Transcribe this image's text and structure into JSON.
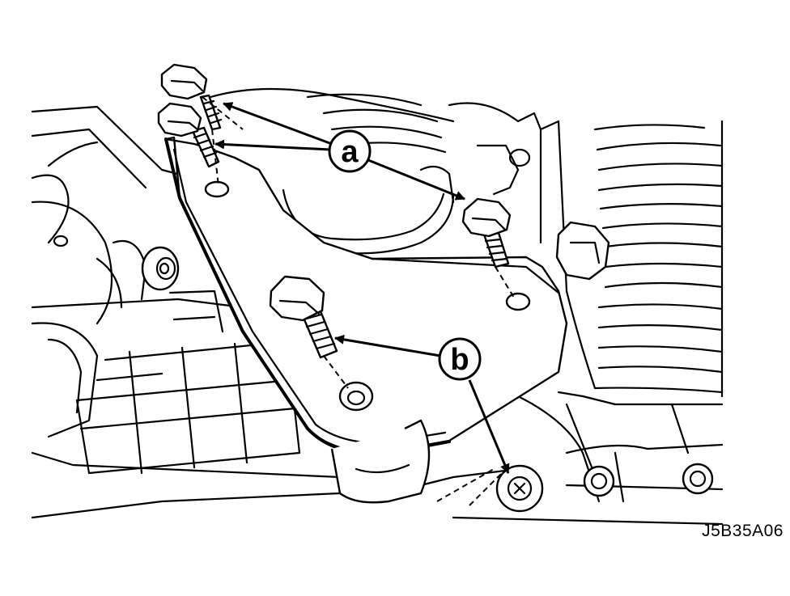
{
  "callouts": {
    "a": "a",
    "b": "b"
  },
  "figure_id": "J5B35A06"
}
